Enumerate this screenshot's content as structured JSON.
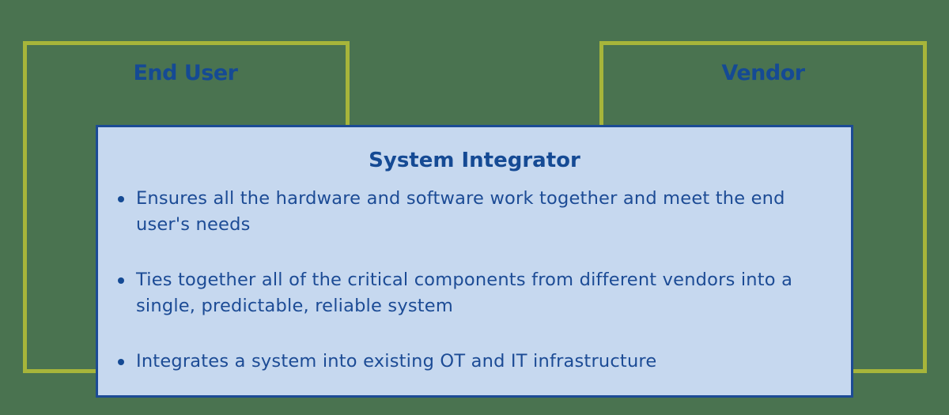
{
  "colors": {
    "background": "#4a7350",
    "frame_border": "#a7b53a",
    "inner_fill": "#c6d8ef",
    "inner_border": "#1c4b95",
    "text": "#154a94"
  },
  "end_user": {
    "title": "End User"
  },
  "vendor": {
    "title": "Vendor"
  },
  "system_integrator": {
    "title": "System Integrator",
    "bullets": [
      {
        "text": "Ensures all the hardware and software work together and meet the end user's needs"
      },
      {
        "text": "Ties together all of the critical components from different vendors into a single, predictable, reliable system"
      },
      {
        "text": "Integrates a system into existing OT and IT infrastructure"
      }
    ]
  }
}
